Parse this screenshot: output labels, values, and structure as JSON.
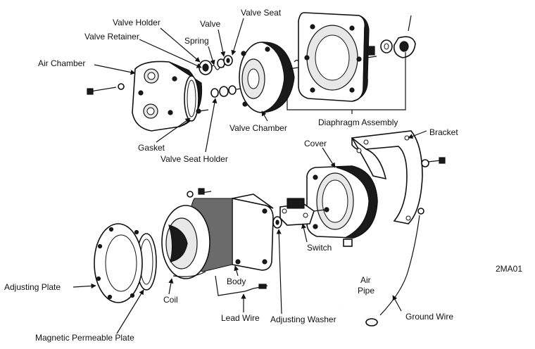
{
  "diagram": {
    "figure_code": "2MA01",
    "labels": {
      "valve_holder": "Valve Holder",
      "valve": "Valve",
      "valve_seat": "Valve Seat",
      "valve_retainer": "Valve Retainer",
      "spring": "Spring",
      "air_chamber": "Air Chamber",
      "gasket": "Gasket",
      "valve_seat_holder": "Valve Seat Holder",
      "valve_chamber": "Valve Chamber",
      "diaphragm_assembly": "Diaphragm Assembly",
      "bracket": "Bracket",
      "cover": "Cover",
      "switch": "Switch",
      "air_pipe": "Air\nPipe",
      "ground_wire": "Ground Wire",
      "adjusting_washer": "Adjusting Washer",
      "lead_wire": "Lead Wire",
      "body": "Body",
      "coil": "Coil",
      "adjusting_plate": "Adjusting Plate",
      "magnetic_permeable_plate": "Magnetic Permeable Plate"
    }
  }
}
